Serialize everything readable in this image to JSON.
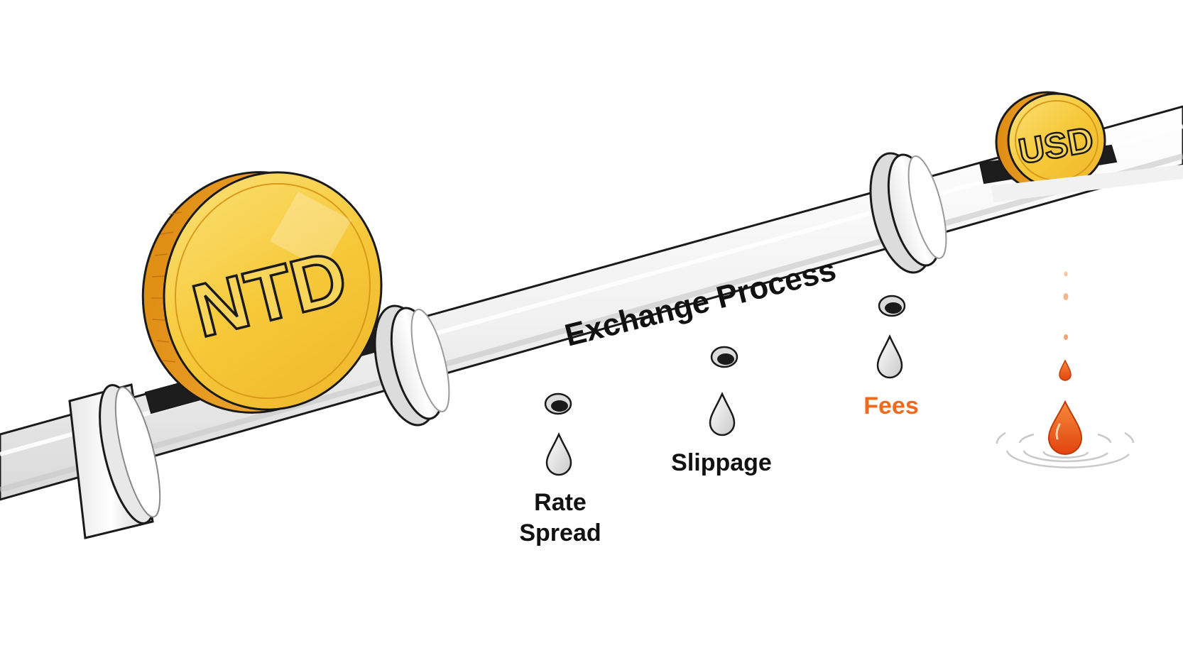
{
  "pipeline": {
    "title": "Exchange Process"
  },
  "coins": {
    "input_label": "NTD",
    "output_label": "USD"
  },
  "leaks": {
    "rate_spread_line1": "Rate",
    "rate_spread_line2": "Spread",
    "slippage": "Slippage",
    "fees": "Fees"
  },
  "colors": {
    "coin_gold": "#f6c93a",
    "coin_edge": "#e39a1c",
    "fees_accent": "#ef6a1c",
    "drop_orange": "#ef5b1a",
    "pipe": "#f2f2f2",
    "outline": "#1a1a1a"
  },
  "icons": [
    "coin-ntd-icon",
    "coin-usd-icon",
    "water-drop-icon",
    "ripple-icon"
  ]
}
